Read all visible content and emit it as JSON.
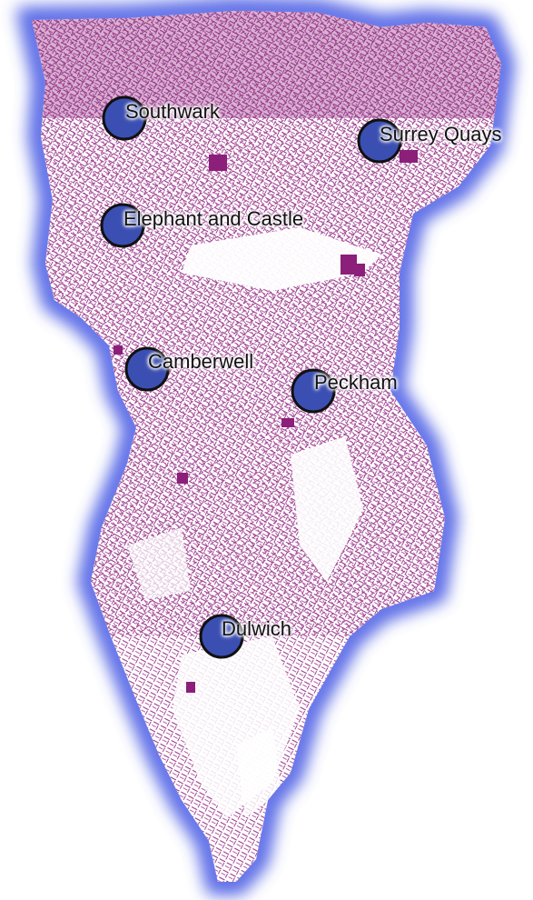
{
  "map": {
    "colors": {
      "land": "#ffffff",
      "buildings": "#8b1f7a",
      "buildings_light": "#b86aa9",
      "glow": "#3f52e0",
      "marker_fill": "#3b4fb2",
      "marker_stroke": "#111111"
    },
    "places": [
      {
        "name": "Southwark"
      },
      {
        "name": "Surrey Quays"
      },
      {
        "name": "Elephant and Castle"
      },
      {
        "name": "Camberwell"
      },
      {
        "name": "Peckham"
      },
      {
        "name": "Dulwich"
      }
    ]
  }
}
